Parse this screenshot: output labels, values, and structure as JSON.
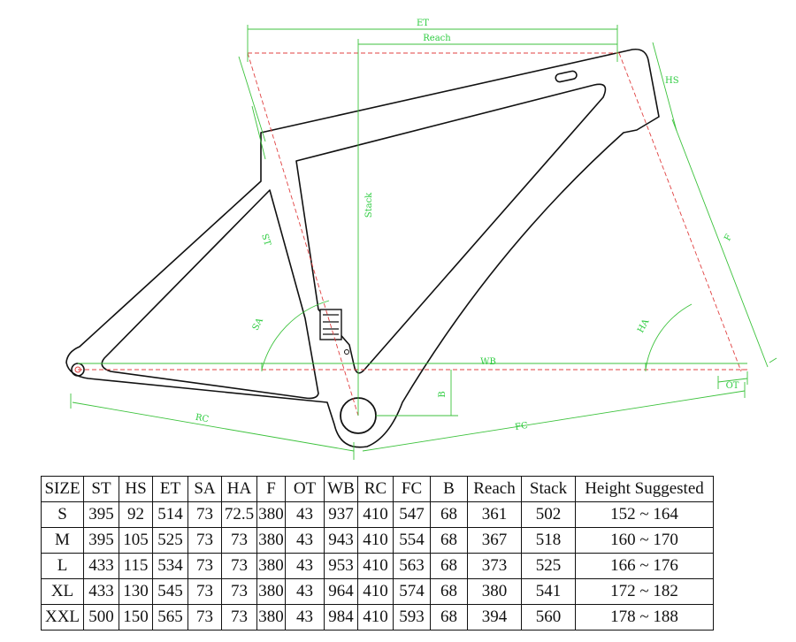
{
  "labels": {
    "et": "ET",
    "reach": "Reach",
    "hs": "HS",
    "stack": "Stack",
    "st": "ST",
    "sa": "SA",
    "ha": "HA",
    "f": "F",
    "wb": "WB",
    "ot": "OT",
    "b": "B",
    "rc": "RC",
    "fc": "FC"
  },
  "colors": {
    "dimension": "#3cc23c",
    "centerline": "#e04040",
    "frame": "#111111"
  },
  "table": {
    "headers": [
      "SIZE",
      "ST",
      "HS",
      "ET",
      "SA",
      "HA",
      "F",
      "OT",
      "WB",
      "RC",
      "FC",
      "B",
      "Reach",
      "Stack",
      "Height Suggested"
    ],
    "rows": [
      [
        "S",
        "395",
        "92",
        "514",
        "73",
        "72.5",
        "380",
        "43",
        "937",
        "410",
        "547",
        "68",
        "361",
        "502",
        "152 ~ 164"
      ],
      [
        "M",
        "395",
        "105",
        "525",
        "73",
        "73",
        "380",
        "43",
        "943",
        "410",
        "554",
        "68",
        "367",
        "518",
        "160 ~ 170"
      ],
      [
        "L",
        "433",
        "115",
        "534",
        "73",
        "73",
        "380",
        "43",
        "953",
        "410",
        "563",
        "68",
        "373",
        "525",
        "166 ~ 176"
      ],
      [
        "XL",
        "433",
        "130",
        "545",
        "73",
        "73",
        "380",
        "43",
        "964",
        "410",
        "574",
        "68",
        "380",
        "541",
        "172 ~ 182"
      ],
      [
        "XXL",
        "500",
        "150",
        "565",
        "73",
        "73",
        "380",
        "43",
        "984",
        "410",
        "593",
        "68",
        "394",
        "560",
        "178 ~ 188"
      ]
    ]
  }
}
